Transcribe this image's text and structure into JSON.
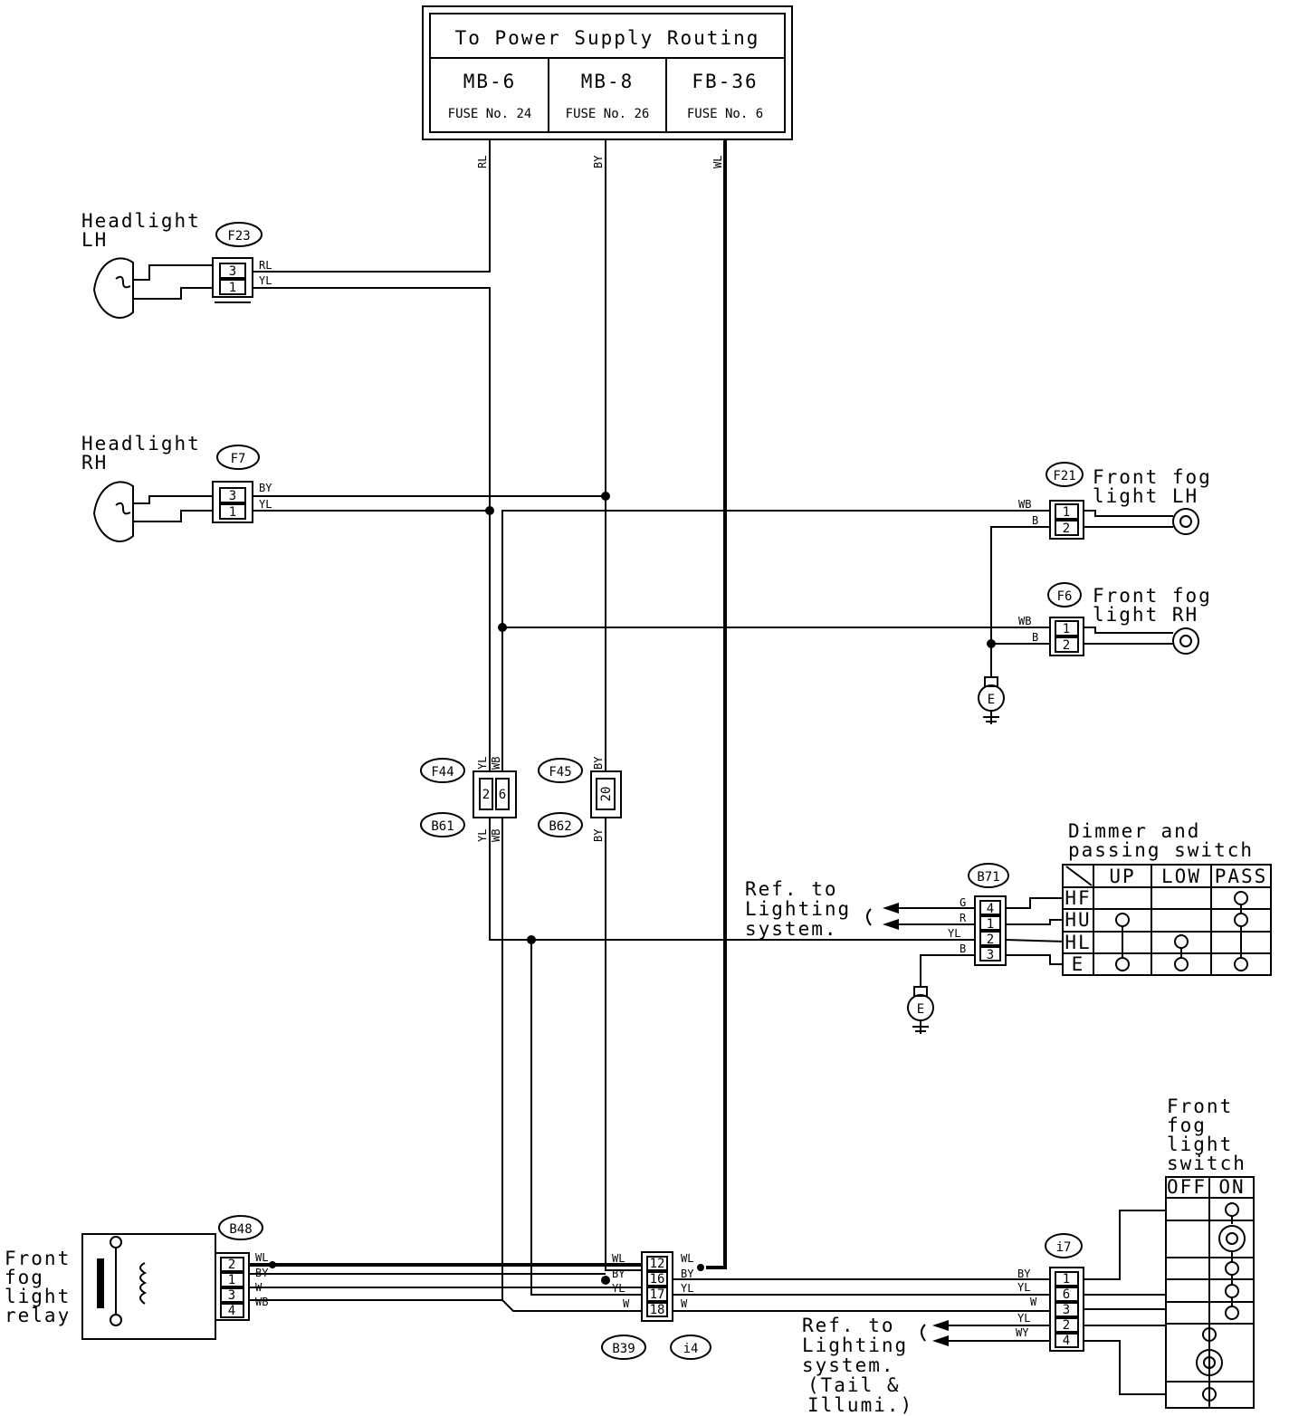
{
  "power_supply": {
    "title": "To Power Supply Routing",
    "fuses": [
      {
        "box": "MB-6",
        "fuse": "FUSE No. 24"
      },
      {
        "box": "MB-8",
        "fuse": "FUSE No. 26"
      },
      {
        "box": "FB-36",
        "fuse": "FUSE No. 6"
      }
    ]
  },
  "wire_colors": {
    "rl": "RL",
    "by": "BY",
    "wl": "WL",
    "yl": "YL",
    "wb": "WB",
    "b": "B",
    "g": "G",
    "r": "R",
    "w": "W",
    "wy": "WY"
  },
  "connectors": {
    "f23": "F23",
    "f7": "F7",
    "f21": "F21",
    "f6": "F6",
    "f44": "F44",
    "f45": "F45",
    "b61": "B61",
    "b62": "B62",
    "b71": "B71",
    "b48": "B48",
    "b39": "B39",
    "i4": "i4",
    "i7": "i7"
  },
  "pins": {
    "f23": [
      "3",
      "1"
    ],
    "f7": [
      "3",
      "1"
    ],
    "f21": [
      "1",
      "2"
    ],
    "f6": [
      "1",
      "2"
    ],
    "f44": [
      "2",
      "6"
    ],
    "f45": [
      "20"
    ],
    "b71": [
      "4",
      "1",
      "2",
      "3"
    ],
    "b48": [
      "2",
      "1",
      "3",
      "4"
    ],
    "b39": [
      "12",
      "16",
      "17",
      "18"
    ],
    "i7": [
      "1",
      "6",
      "3",
      "2",
      "4"
    ]
  },
  "components": {
    "headlight_lh": [
      "Headlight",
      "LH"
    ],
    "headlight_rh": [
      "Headlight",
      "RH"
    ],
    "fog_lh": [
      "Front fog",
      "light LH"
    ],
    "fog_rh": [
      "Front fog",
      "light RH"
    ],
    "relay": [
      "Front",
      "fog",
      "light",
      "relay"
    ],
    "dimmer": [
      "Dimmer and",
      "passing switch"
    ],
    "fog_switch": [
      "Front",
      "fog",
      "light",
      "switch"
    ],
    "ground": "E"
  },
  "dimmer_table": {
    "columns": [
      "UP",
      "LOW",
      "PASS"
    ],
    "rows": [
      "HF",
      "HU",
      "HL",
      "E"
    ]
  },
  "fog_switch_table": {
    "columns": [
      "OFF",
      "ON"
    ]
  },
  "refs": {
    "lighting_1": [
      "Ref. to",
      "Lighting",
      "system."
    ],
    "lighting_2": [
      "Ref. to",
      "Lighting",
      "system.",
      "(Tail &",
      "Illumi.)"
    ]
  }
}
